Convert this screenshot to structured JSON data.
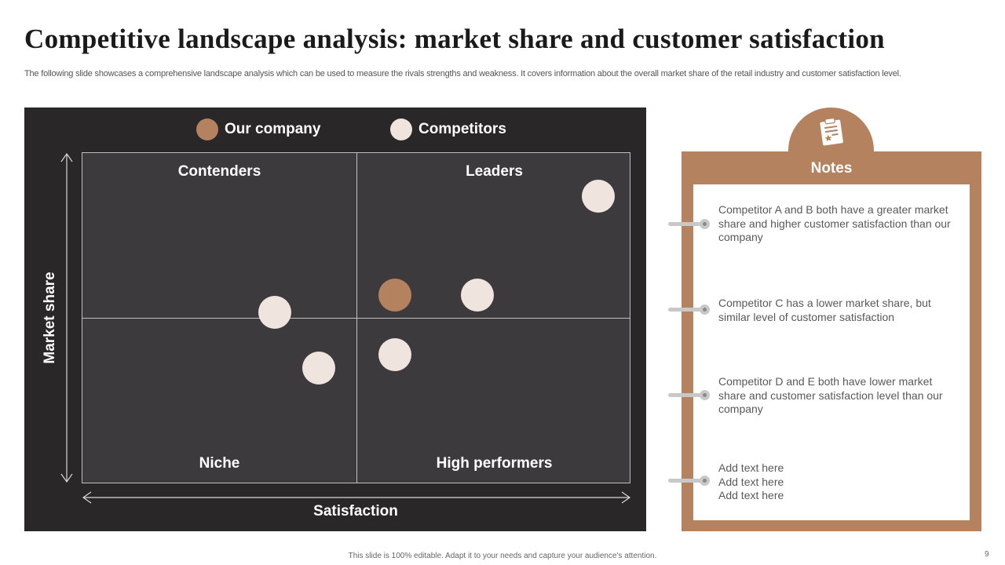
{
  "slide": {
    "title": "Competitive landscape analysis: market share and customer satisfaction",
    "subtitle": "The following slide showcases a comprehensive landscape analysis which can be used to measure the rivals strengths and weakness. It covers information about the overall market share of the retail industry and customer satisfaction level.",
    "footer": "This slide is 100% editable. Adapt it to your needs and capture your audience's attention.",
    "page_number": "9"
  },
  "legend": {
    "our_company": "Our company",
    "competitors": "Competitors"
  },
  "colors": {
    "panel_bg": "#2a2729",
    "grid_bg": "#3d3a3e",
    "our_company": "#b5825f",
    "competitor": "#efe4de",
    "accent": "#b5825f"
  },
  "matrix": {
    "x_axis_label": "Satisfaction",
    "y_axis_label": "Market share",
    "quadrants": {
      "top_left": "Contenders",
      "top_right": "Leaders",
      "bottom_left": "Niche",
      "bottom_right": "High performers"
    }
  },
  "chart_data": {
    "type": "scatter",
    "xlabel": "Satisfaction",
    "ylabel": "Market share",
    "xlim": [
      0,
      100
    ],
    "ylim": [
      0,
      100
    ],
    "series": [
      {
        "name": "Our company",
        "points": [
          {
            "x": 57,
            "y": 57
          }
        ]
      },
      {
        "name": "Competitors",
        "points": [
          {
            "x": 94,
            "y": 87
          },
          {
            "x": 72,
            "y": 57
          },
          {
            "x": 35,
            "y": 52
          },
          {
            "x": 57,
            "y": 39
          },
          {
            "x": 43,
            "y": 35
          }
        ]
      }
    ]
  },
  "notes": {
    "title": "Notes",
    "icon": "clipboard-icon",
    "items": [
      "Competitor A and B both have a greater market share and higher customer satisfaction than our company",
      "Competitor C has a lower market share, but similar level of customer satisfaction",
      "Competitor D and E both have lower market share and customer satisfaction level than our company",
      "Add text here\nAdd text here\nAdd text here"
    ]
  }
}
